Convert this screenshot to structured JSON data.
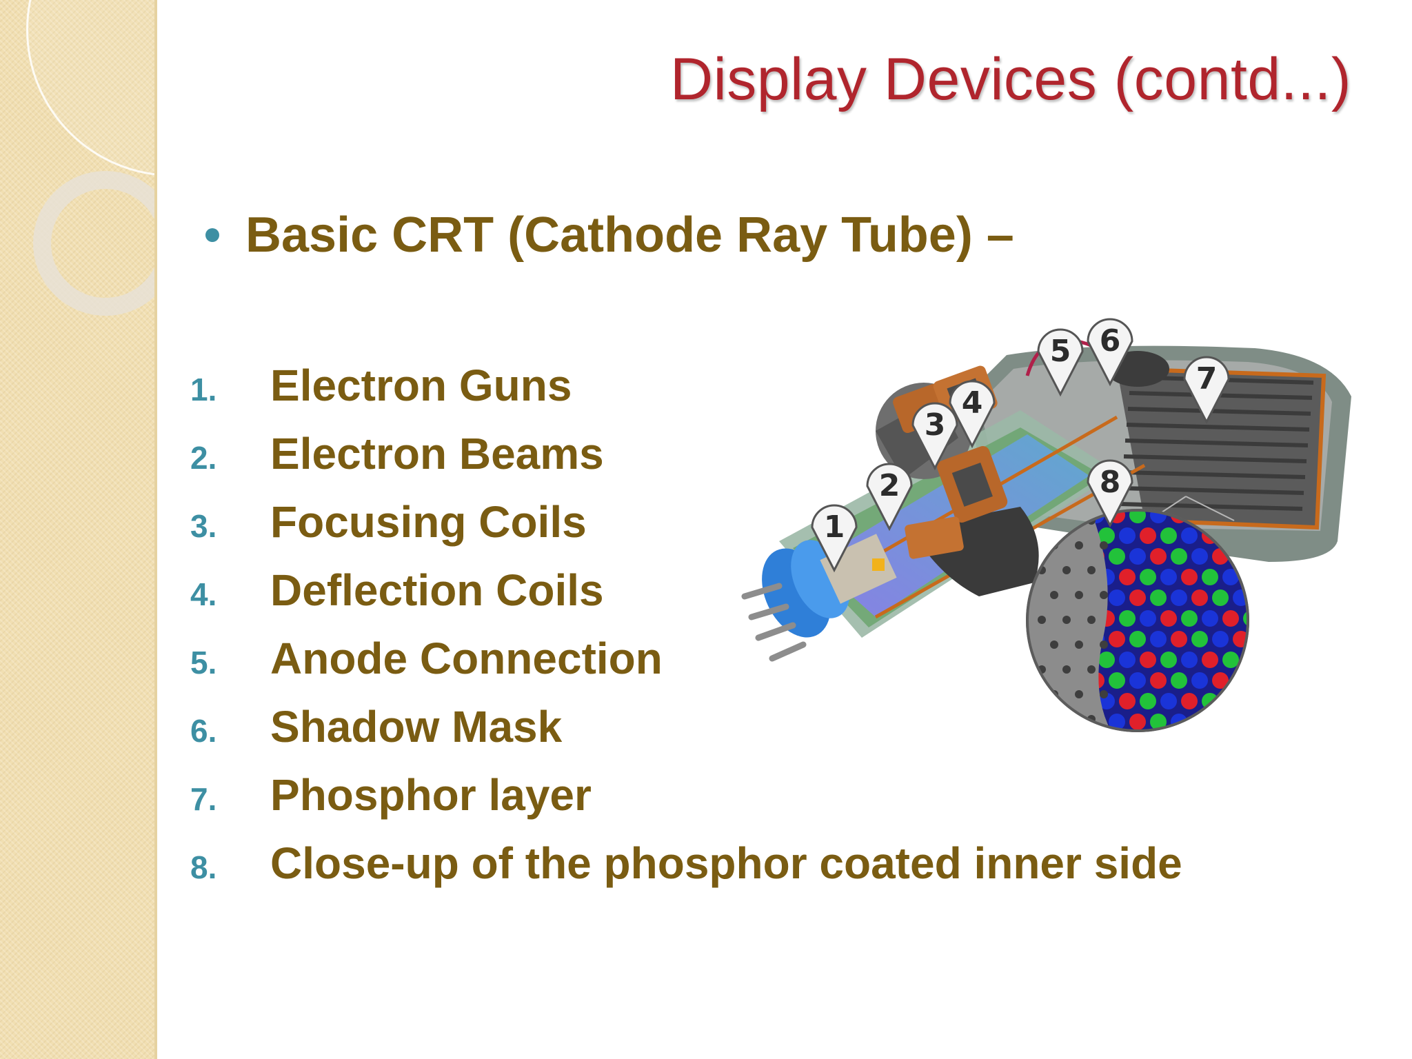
{
  "slide": {
    "title": "Display Devices (contd...)",
    "subtitle": "Basic CRT (Cathode Ray Tube) –",
    "items": [
      {
        "num": "1.",
        "label": "Electron Guns"
      },
      {
        "num": "2.",
        "label": "Electron Beams"
      },
      {
        "num": "3.",
        "label": "Focusing Coils"
      },
      {
        "num": "4.",
        "label": "Deflection Coils"
      },
      {
        "num": "5.",
        "label": "Anode Connection"
      },
      {
        "num": "6.",
        "label": "Shadow Mask"
      },
      {
        "num": "7.",
        "label": "Phosphor layer"
      },
      {
        "num": "8.",
        "label": "Close-up of the phosphor coated inner side"
      }
    ]
  },
  "diagram": {
    "markers": [
      "1",
      "2",
      "3",
      "4",
      "5",
      "6",
      "7",
      "8"
    ],
    "phosphor_colors": [
      "#e0202a",
      "#22c23a",
      "#1a34d8"
    ]
  }
}
